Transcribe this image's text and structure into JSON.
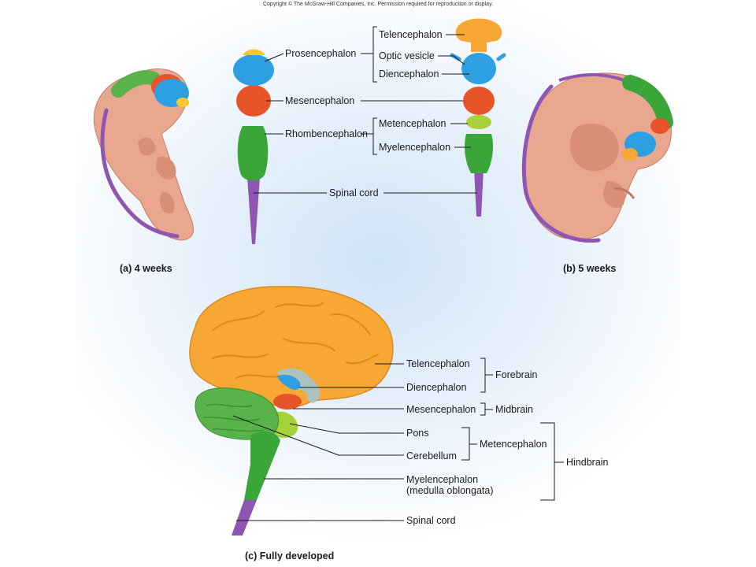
{
  "copyright": "Copyright © The McGraw-Hill Companies, Inc. Permission required for reproduction or display.",
  "colors": {
    "telencephalon": "#f7a733",
    "diencephalon": "#2e9fe0",
    "mesencephalon": "#e8542a",
    "metencephalon": "#a7d13b",
    "myelencephalon": "#3aa63a",
    "spinal_cord": "#8e55b3",
    "embryo_skin": "#e9a78f"
  },
  "panel_a": {
    "caption": "(a)  4 weeks",
    "labels": {
      "prosencephalon": "Prosencephalon",
      "mesencephalon": "Mesencephalon",
      "rhombencephalon": "Rhombencephalon",
      "spinal_cord": "Spinal cord"
    }
  },
  "panel_b": {
    "caption": "(b)  5 weeks",
    "labels": {
      "telencephalon": "Telencephalon",
      "optic_vesicle": "Optic vesicle",
      "diencephalon": "Diencephalon",
      "metencephalon": "Metencephalon",
      "myelencephalon": "Myelencephalon"
    }
  },
  "panel_c": {
    "caption": "(c)  Fully developed",
    "labels": {
      "telencephalon": "Telencephalon",
      "diencephalon": "Diencephalon",
      "mesencephalon": "Mesencephalon",
      "pons": "Pons",
      "cerebellum": "Cerebellum",
      "myelencephalon_line1": "Myelencephalon",
      "myelencephalon_line2": "(medulla oblongata)",
      "spinal_cord": "Spinal cord",
      "forebrain": "Forebrain",
      "midbrain": "Midbrain",
      "metencephalon": "Metencephalon",
      "hindbrain": "Hindbrain"
    }
  }
}
